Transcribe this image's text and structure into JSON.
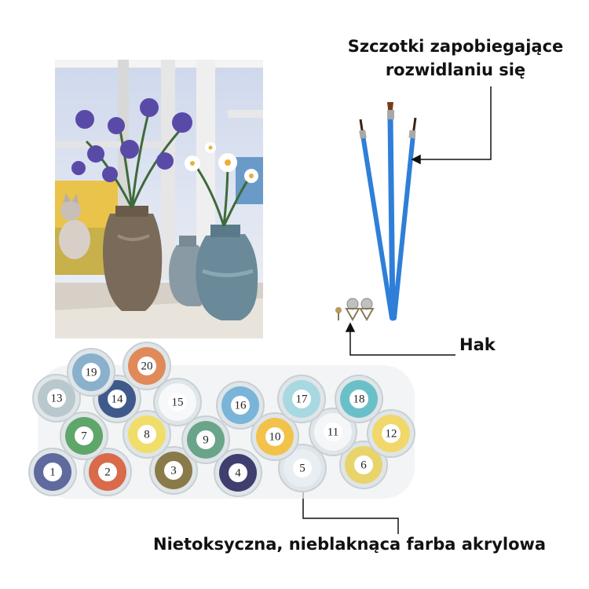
{
  "labels": {
    "brushes": [
      "Szczotki zapobiegające",
      "rozwidlaniu się"
    ],
    "hook": "Hak",
    "paint": "Nietoksyczna, nieblaknąca farba akrylowa"
  },
  "paint_pots": [
    {
      "number": "1",
      "color": "#5f6a9e"
    },
    {
      "number": "2",
      "color": "#d96a4a"
    },
    {
      "number": "3",
      "color": "#8a7a4a"
    },
    {
      "number": "4",
      "color": "#3e3f6e"
    },
    {
      "number": "5",
      "color": "#e8eef2"
    },
    {
      "number": "6",
      "color": "#e8d46a"
    },
    {
      "number": "7",
      "color": "#5fa66a"
    },
    {
      "number": "8",
      "color": "#f0dd6a"
    },
    {
      "number": "9",
      "color": "#6aa58a"
    },
    {
      "number": "10",
      "color": "#f2c24a"
    },
    {
      "number": "11",
      "color": "#f4f6f8"
    },
    {
      "number": "12",
      "color": "#f0d86a"
    },
    {
      "number": "13",
      "color": "#b8c8cc"
    },
    {
      "number": "14",
      "color": "#3f5a8a"
    },
    {
      "number": "15",
      "color": "#f6f8fa"
    },
    {
      "number": "16",
      "color": "#7ab4d8"
    },
    {
      "number": "17",
      "color": "#a8d8e0"
    },
    {
      "number": "18",
      "color": "#6ac0c8"
    },
    {
      "number": "19",
      "color": "#8ab0cc"
    },
    {
      "number": "20",
      "color": "#e08a5a"
    }
  ],
  "colors": {
    "brush_handle": "#2f7fd8",
    "brush_tip_dark": "#3a2418",
    "brush_tip_brown": "#7a3a1a",
    "iris": "#5a4aa8",
    "vase_brown": "#7a6a5a",
    "vase_blue": "#6a8a9a"
  }
}
